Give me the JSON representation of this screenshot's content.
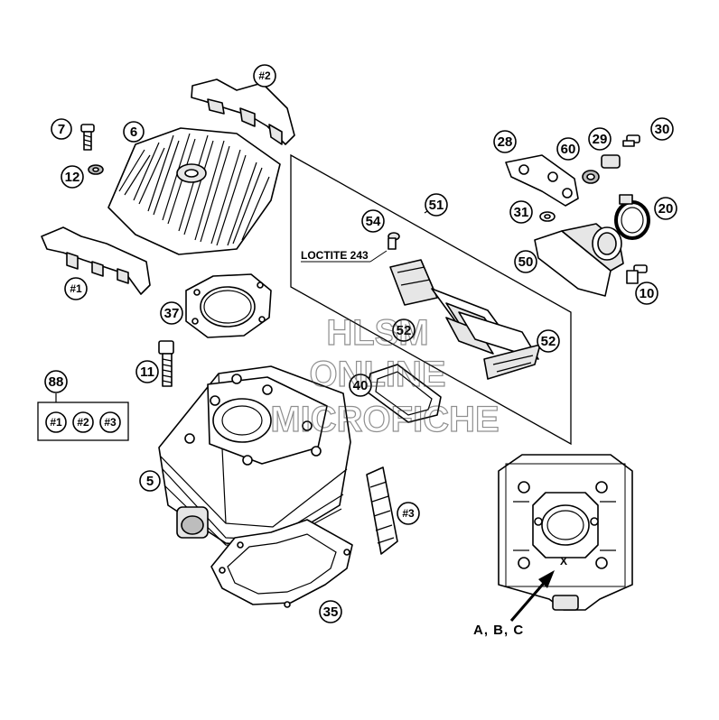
{
  "callouts": {
    "c2": "#2",
    "c7": "7",
    "c6": "6",
    "c12": "12",
    "c1": "#1",
    "c37": "37",
    "c11": "11",
    "c88": "88",
    "c88a": "#1",
    "c88b": "#2",
    "c88c": "#3",
    "c5": "5",
    "c3": "#3",
    "c35": "35",
    "c28": "28",
    "c60": "60",
    "c29": "29",
    "c30": "30",
    "c31": "31",
    "c20": "20",
    "c50": "50",
    "c10": "10",
    "c51": "51",
    "c54": "54",
    "c52a": "52",
    "c52b": "52",
    "c40": "40"
  },
  "notes": {
    "loctite": "LOCTITE 243",
    "marking": "A, B, C",
    "x_mark": "X"
  },
  "watermark": {
    "line1": "HLSM",
    "line2": "ONLINE",
    "line3": "MICROFICHE"
  }
}
